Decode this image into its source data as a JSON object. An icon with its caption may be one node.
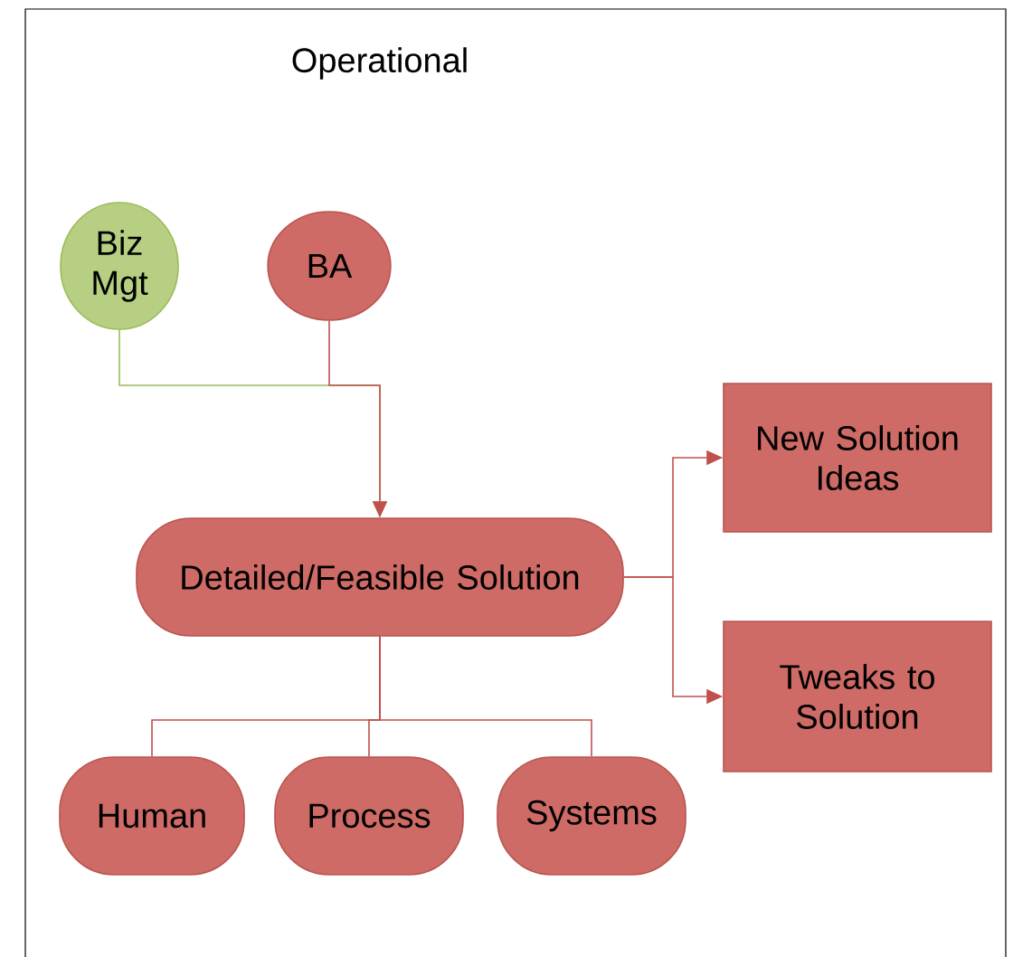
{
  "diagram": {
    "nodes": [
      {
        "text": [
          "Operational"
        ]
      },
      {
        "text": [
          "Biz Mgt"
        ],
        "in": 0
      },
      {
        "text": [
          "BA"
        ],
        "in": 0
      },
      {
        "text": [
          "Detailed/Feasible Solution"
        ],
        "in": 0
      },
      {
        "text": [
          "New Solution Ideas"
        ],
        "in": 0
      },
      {
        "text": [
          "Tweaks to Solution"
        ],
        "in": 0
      },
      {
        "text": [
          "Human"
        ],
        "in": 0
      },
      {
        "text": [
          "Process"
        ],
        "in": 0
      },
      {
        "text": [
          "Systems"
        ],
        "in": 0
      }
    ],
    "edges": [
      {
        "from": 1,
        "to": 3,
        "arrow": "to",
        "color": "#9bbb59"
      },
      {
        "from": 2,
        "to": 3,
        "arrow": "to"
      },
      {
        "from": 3,
        "to": 4,
        "arrow": "to"
      },
      {
        "from": 3,
        "to": 5,
        "arrow": "to"
      },
      {
        "from": 3,
        "to": 6,
        "arrow": "none"
      },
      {
        "from": 3,
        "to": 7,
        "arrow": "none"
      },
      {
        "from": 3,
        "to": 8,
        "arrow": "none"
      }
    ]
  }
}
